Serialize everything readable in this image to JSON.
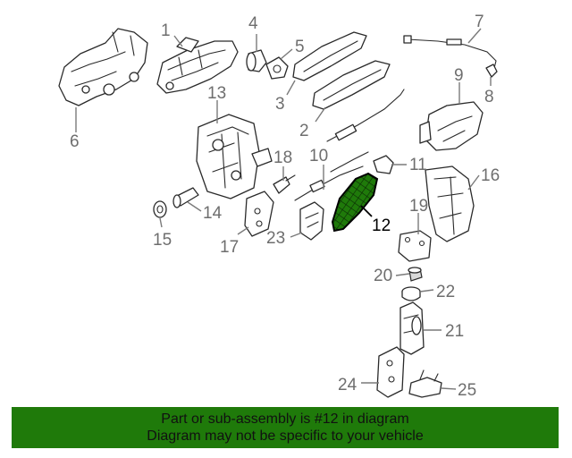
{
  "diagram": {
    "highlighted_part": "12",
    "highlight_color": "#1f7a0a",
    "callouts": [
      "1",
      "2",
      "3",
      "4",
      "5",
      "6",
      "7",
      "8",
      "9",
      "10",
      "11",
      "12",
      "13",
      "14",
      "15",
      "16",
      "17",
      "18",
      "19",
      "20",
      "21",
      "22",
      "23",
      "24",
      "25"
    ]
  },
  "footer": {
    "background_color": "#1f7a0a",
    "line1": "Part or sub-assembly is #12 in diagram",
    "line2": "Diagram may not be specific to your vehicle"
  }
}
